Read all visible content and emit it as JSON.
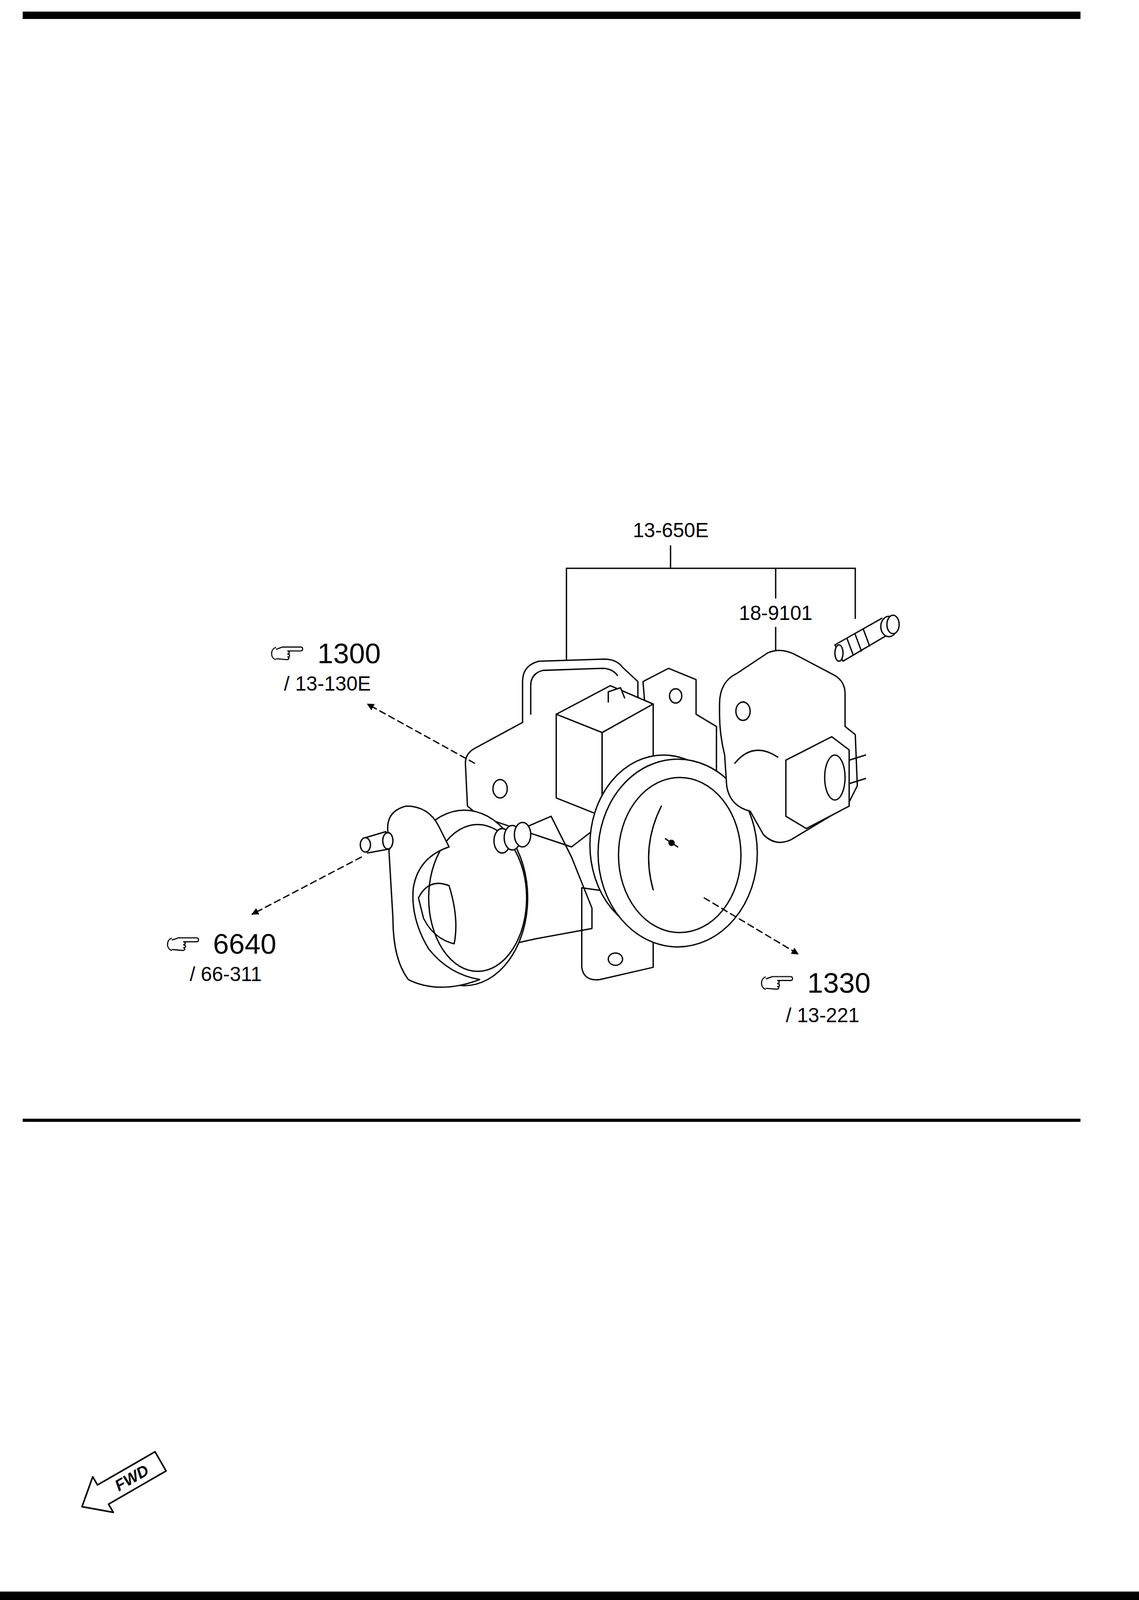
{
  "diagram": {
    "nodes": [
      {
        "text": [
          "FWD"
        ]
      }
    ],
    "labels": [
      "13-650E",
      "18-9101",
      "1300",
      "/ 13-130E",
      "6640",
      "/ 66-311",
      "1330",
      "/ 13-221"
    ]
  }
}
